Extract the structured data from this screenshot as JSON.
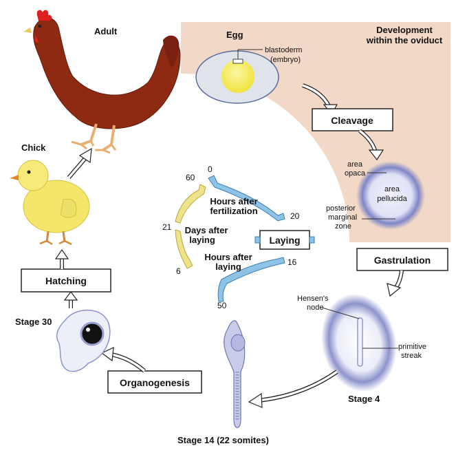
{
  "labels": {
    "adult": "Adult",
    "chick": "Chick",
    "egg": "Egg",
    "blastoderm": "blastoderm",
    "embryo": "(embryo)",
    "oviduct_line1": "Development",
    "oviduct_line2": "within the oviduct",
    "area_opaca_line1": "area",
    "area_opaca_line2": "opaca",
    "area_pellucida_line1": "area",
    "area_pellucida_line2": "pellucida",
    "posterior_line1": "posterior",
    "posterior_line2": "marginal",
    "posterior_line3": "zone",
    "hensens_line1": "Hensen's",
    "hensens_line2": "node",
    "primitive_line1": "primitive",
    "primitive_line2": "streak",
    "stage4": "Stage 4",
    "stage14": "Stage 14 (22 somites)",
    "stage30": "Stage 30"
  },
  "steps": {
    "cleavage": "Cleavage",
    "gastrulation": "Gastrulation",
    "organogenesis": "Organogenesis",
    "hatching": "Hatching",
    "laying": "Laying"
  },
  "timeline": {
    "fert_line1": "Hours after",
    "fert_line2": "fertilization",
    "fert_start": "0",
    "fert_end": "20",
    "lay_line1": "Hours after",
    "lay_line2": "laying",
    "lay_start": "16",
    "lay_end": "50",
    "days_line1": "Days after",
    "days_line2": "laying",
    "days_start": "6",
    "days_mid": "21",
    "days_end": "60"
  },
  "colors": {
    "hen": "#8e2a12",
    "chick": "#f4e66a",
    "oviduct": "#f2d8c6",
    "blue_bracket": "#8ec3e6",
    "yellow_bracket": "#eee38a",
    "embryo": "#aab0d8"
  }
}
